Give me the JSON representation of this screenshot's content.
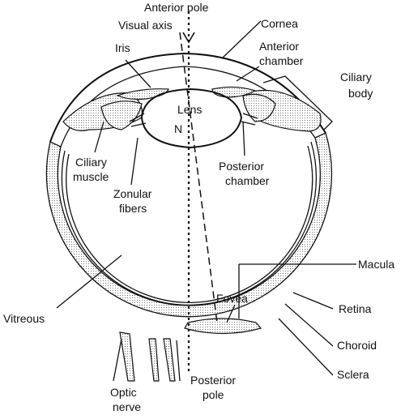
{
  "diagram": {
    "labels": {
      "anterior_pole": "Anterior pole",
      "visual_axis": "Visual axis",
      "cornea": "Cornea",
      "iris": "Iris",
      "anterior_chamber_1": "Anterior",
      "anterior_chamber_2": "chamber",
      "ciliary_body_1": "Ciliary",
      "ciliary_body_2": "body",
      "lens": "Lens",
      "nodal_point": "N",
      "ciliary_muscle_1": "Ciliary",
      "ciliary_muscle_2": "muscle",
      "posterior_chamber_1": "Posterior",
      "posterior_chamber_2": "chamber",
      "zonular_fibers_1": "Zonular",
      "zonular_fibers_2": "fibers",
      "vitreous": "Vitreous",
      "macula": "Macula",
      "fovea": "Fovea",
      "retina": "Retina",
      "choroid": "Choroid",
      "sclera": "Sclera",
      "optic_nerve_1": "Optic",
      "optic_nerve_2": "nerve",
      "posterior_pole_1": "Posterior",
      "posterior_pole_2": "pole"
    },
    "colors": {
      "ink": "#111111",
      "stipple": "#9a9a9a",
      "background": "#ffffff"
    }
  }
}
